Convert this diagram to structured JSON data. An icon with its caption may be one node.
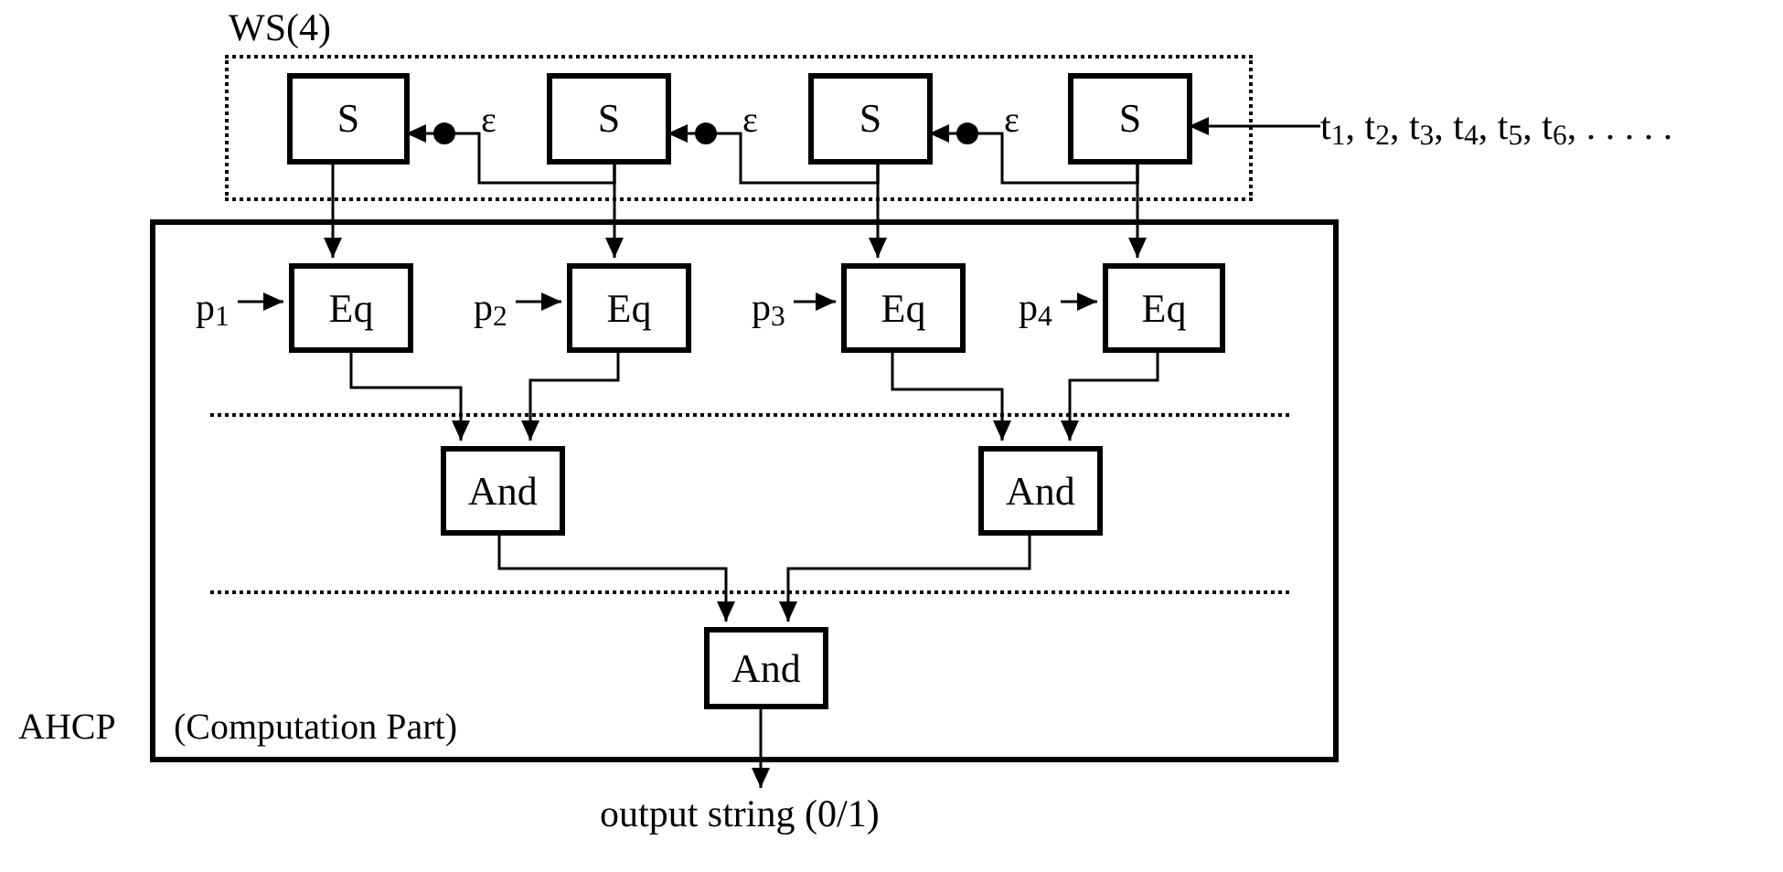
{
  "diagram": {
    "nodes": [
      {
        "text": [
          "WS(4)"
        ]
      },
      {
        "text": [
          "S"
        ],
        "in": 0
      },
      {
        "text": [
          "S"
        ],
        "in": 0
      },
      {
        "text": [
          "S"
        ],
        "in": 0
      },
      {
        "text": [
          "S"
        ],
        "in": 0
      },
      {
        "text": [
          "AHCP",
          "(Computation Part)"
        ]
      },
      {
        "text": [
          "Eq"
        ],
        "in": 5
      },
      {
        "text": [
          "Eq"
        ],
        "in": 5
      },
      {
        "text": [
          "Eq"
        ],
        "in": 5
      },
      {
        "text": [
          "Eq"
        ],
        "in": 5
      },
      {
        "text": [
          "And"
        ],
        "in": 5
      },
      {
        "text": [
          "And"
        ],
        "in": 5
      },
      {
        "text": [
          "And"
        ],
        "in": 5
      },
      {
        "text": [
          "t$_{1}$, t$_{2}$, t$_{3}$, t$_{4}$, t$_{5}$, t$_{6}$, . . . . ."
        ]
      },
      {
        "text": [
          "p$_{1}$"
        ],
        "in": 5
      },
      {
        "text": [
          "p$_{2}$"
        ],
        "in": 5
      },
      {
        "text": [
          "p$_{3}$"
        ],
        "in": 5
      },
      {
        "text": [
          "p$_{4}$"
        ],
        "in": 5
      },
      {
        "text": [
          "output string (0/1)"
        ]
      }
    ],
    "edges": [
      {
        "from": 1,
        "to": 6,
        "arrow": "to"
      },
      {
        "from": 2,
        "to": 7,
        "arrow": "to"
      },
      {
        "from": 3,
        "to": 8,
        "arrow": "to"
      },
      {
        "from": 4,
        "to": 9,
        "arrow": "to"
      },
      {
        "from": 2,
        "to": 1,
        "arrow": "to",
        "label": "ε"
      },
      {
        "from": 3,
        "to": 2,
        "arrow": "to",
        "label": "ε"
      },
      {
        "from": 4,
        "to": 3,
        "arrow": "to",
        "label": "ε"
      },
      {
        "from": 13,
        "to": 4,
        "arrow": "to"
      },
      {
        "from": 14,
        "to": 6,
        "arrow": "to"
      },
      {
        "from": 15,
        "to": 7,
        "arrow": "to"
      },
      {
        "from": 16,
        "to": 8,
        "arrow": "to"
      },
      {
        "from": 17,
        "to": 9,
        "arrow": "to"
      },
      {
        "from": 6,
        "to": 10,
        "arrow": "to"
      },
      {
        "from": 7,
        "to": 10,
        "arrow": "to"
      },
      {
        "from": 8,
        "to": 11,
        "arrow": "to"
      },
      {
        "from": 9,
        "to": 11,
        "arrow": "to"
      },
      {
        "from": 10,
        "to": 12,
        "arrow": "to"
      },
      {
        "from": 11,
        "to": 12,
        "arrow": "to"
      },
      {
        "from": 12,
        "to": 18,
        "arrow": "to"
      }
    ]
  }
}
